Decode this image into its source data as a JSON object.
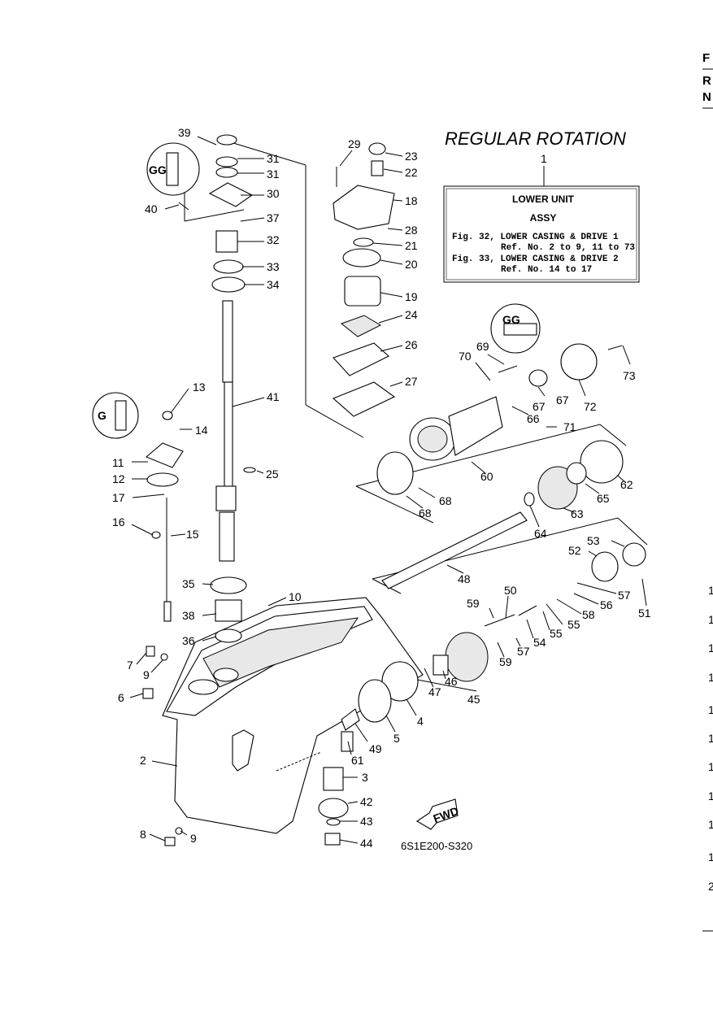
{
  "heading": "REGULAR ROTATION",
  "callout_number": "1",
  "info_box": {
    "line1": "LOWER UNIT",
    "line2": "ASSY",
    "line3": "Fig. 32, LOWER CASING & DRIVE 1",
    "line4": "Ref. No. 2 to 9, 11 to 73",
    "line5": "Fig. 33, LOWER CASING & DRIVE 2",
    "line6": "Ref. No. 14 to 17"
  },
  "diagram_code": "6S1E200-S320",
  "fwd_label": "FWD",
  "edge_letters": [
    "F",
    "R",
    "N"
  ],
  "edge_numbers": [
    "1",
    "1",
    "1",
    "1",
    "1",
    "1",
    "1",
    "1",
    "1",
    "1",
    "2"
  ],
  "part_numbers": [
    "39",
    "31",
    "31",
    "30",
    "40",
    "37",
    "32",
    "33",
    "34",
    "41",
    "13",
    "14",
    "11",
    "12",
    "17",
    "16",
    "15",
    "25",
    "35",
    "10",
    "38",
    "36",
    "7",
    "9",
    "6",
    "2",
    "8",
    "9",
    "29",
    "23",
    "22",
    "18",
    "28",
    "21",
    "20",
    "19",
    "24",
    "26",
    "27",
    "70",
    "69",
    "67",
    "67",
    "72",
    "73",
    "66",
    "71",
    "60",
    "68",
    "68",
    "62",
    "65",
    "63",
    "64",
    "53",
    "52",
    "57",
    "56",
    "58",
    "51",
    "48",
    "50",
    "59",
    "59",
    "57",
    "54",
    "55",
    "55",
    "47",
    "46",
    "45",
    "4",
    "5",
    "49",
    "61",
    "3",
    "42",
    "43",
    "44"
  ]
}
